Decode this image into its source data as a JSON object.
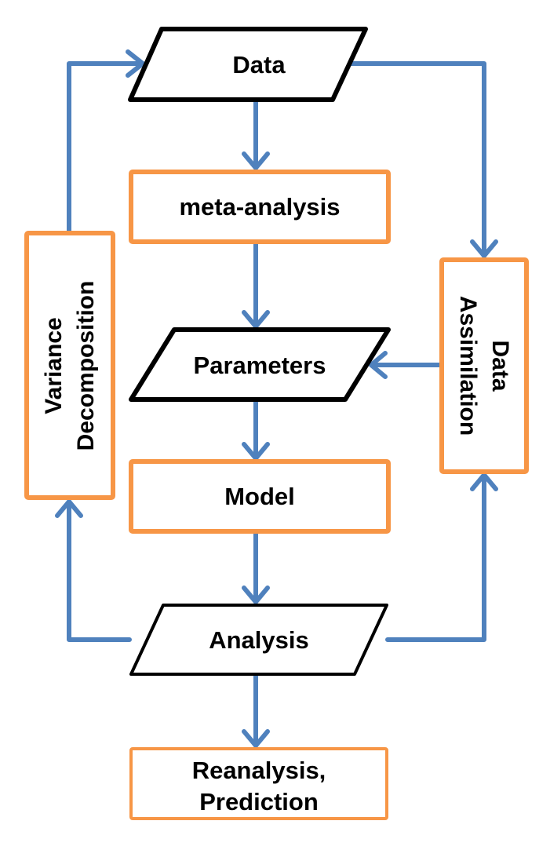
{
  "colors": {
    "arrow": "#4F81BD",
    "process_border": "#F79646",
    "io_border": "#000000",
    "text": "#000000",
    "background": "#FFFFFF"
  },
  "nodes": {
    "data": {
      "label": "Data",
      "shape": "parallelogram"
    },
    "meta_analysis": {
      "label": "meta-analysis",
      "shape": "rectangle"
    },
    "parameters": {
      "label": "Parameters",
      "shape": "parallelogram"
    },
    "model": {
      "label": "Model",
      "shape": "rectangle"
    },
    "analysis": {
      "label": "Analysis",
      "shape": "parallelogram"
    },
    "reanalysis": {
      "label_line1": "Reanalysis,",
      "label_line2": "Prediction",
      "shape": "rectangle"
    },
    "variance_decomposition": {
      "label_line1": "Variance",
      "label_line2": "Decomposition",
      "shape": "rectangle",
      "orientation": "vertical-bottom-to-top"
    },
    "data_assimilation": {
      "label_line1": "Data",
      "label_line2": "Assimilation",
      "shape": "rectangle",
      "orientation": "vertical-top-to-bottom"
    }
  },
  "edges": [
    {
      "from": "Data",
      "to": "meta-analysis"
    },
    {
      "from": "meta-analysis",
      "to": "Parameters"
    },
    {
      "from": "Parameters",
      "to": "Model"
    },
    {
      "from": "Model",
      "to": "Analysis"
    },
    {
      "from": "Analysis",
      "to": "Reanalysis, Prediction"
    },
    {
      "from": "Analysis",
      "to": "Variance Decomposition"
    },
    {
      "from": "Variance Decomposition",
      "to": "Data"
    },
    {
      "from": "Data",
      "to": "Data Assimilation"
    },
    {
      "from": "Analysis",
      "to": "Data Assimilation"
    },
    {
      "from": "Data Assimilation",
      "to": "Parameters"
    }
  ]
}
